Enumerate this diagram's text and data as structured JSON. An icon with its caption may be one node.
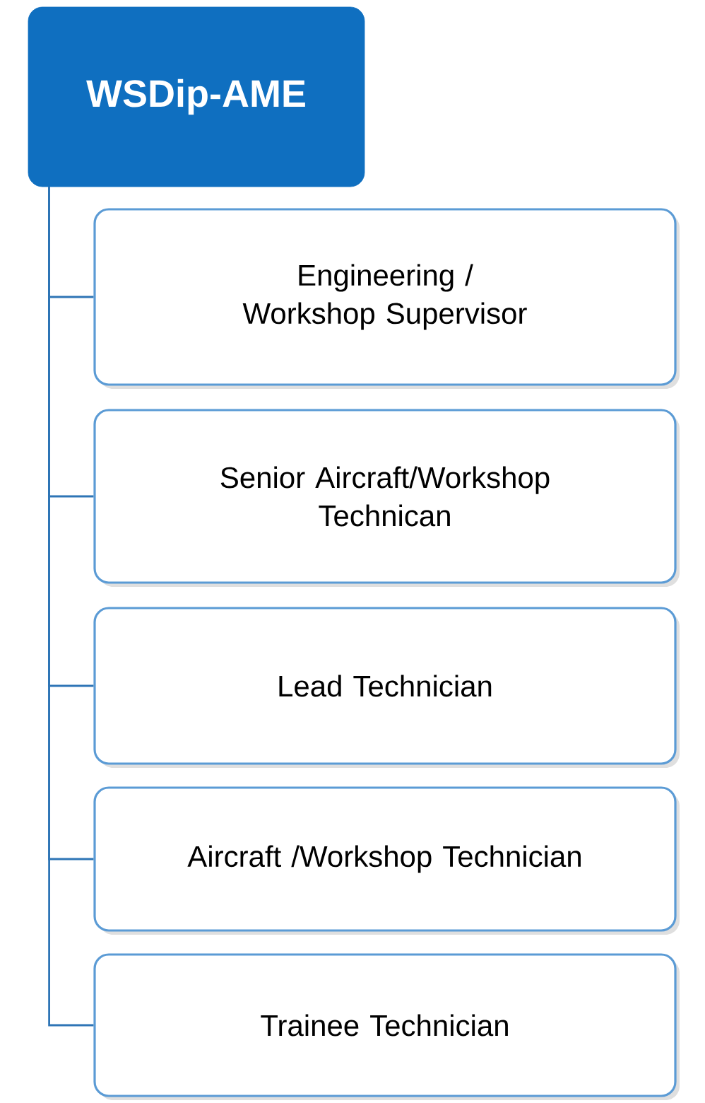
{
  "diagram": {
    "nodes": [
      {
        "text": [
          "WSDip-AME"
        ]
      },
      {
        "text": [
          "Engineering / Workshop Supervisor"
        ]
      },
      {
        "text": [
          "Senior Aircraft/Workshop Technican"
        ]
      },
      {
        "text": [
          "Lead Technician"
        ]
      },
      {
        "text": [
          "Aircraft /Workshop Technician"
        ]
      },
      {
        "text": [
          "Trainee Technician"
        ]
      }
    ],
    "edges": [
      {
        "from": 0,
        "to": 1,
        "arrow": "none"
      },
      {
        "from": 0,
        "to": 2,
        "arrow": "none"
      },
      {
        "from": 0,
        "to": 3,
        "arrow": "none"
      },
      {
        "from": 0,
        "to": 4,
        "arrow": "none"
      },
      {
        "from": 0,
        "to": 5,
        "arrow": "none"
      }
    ]
  }
}
